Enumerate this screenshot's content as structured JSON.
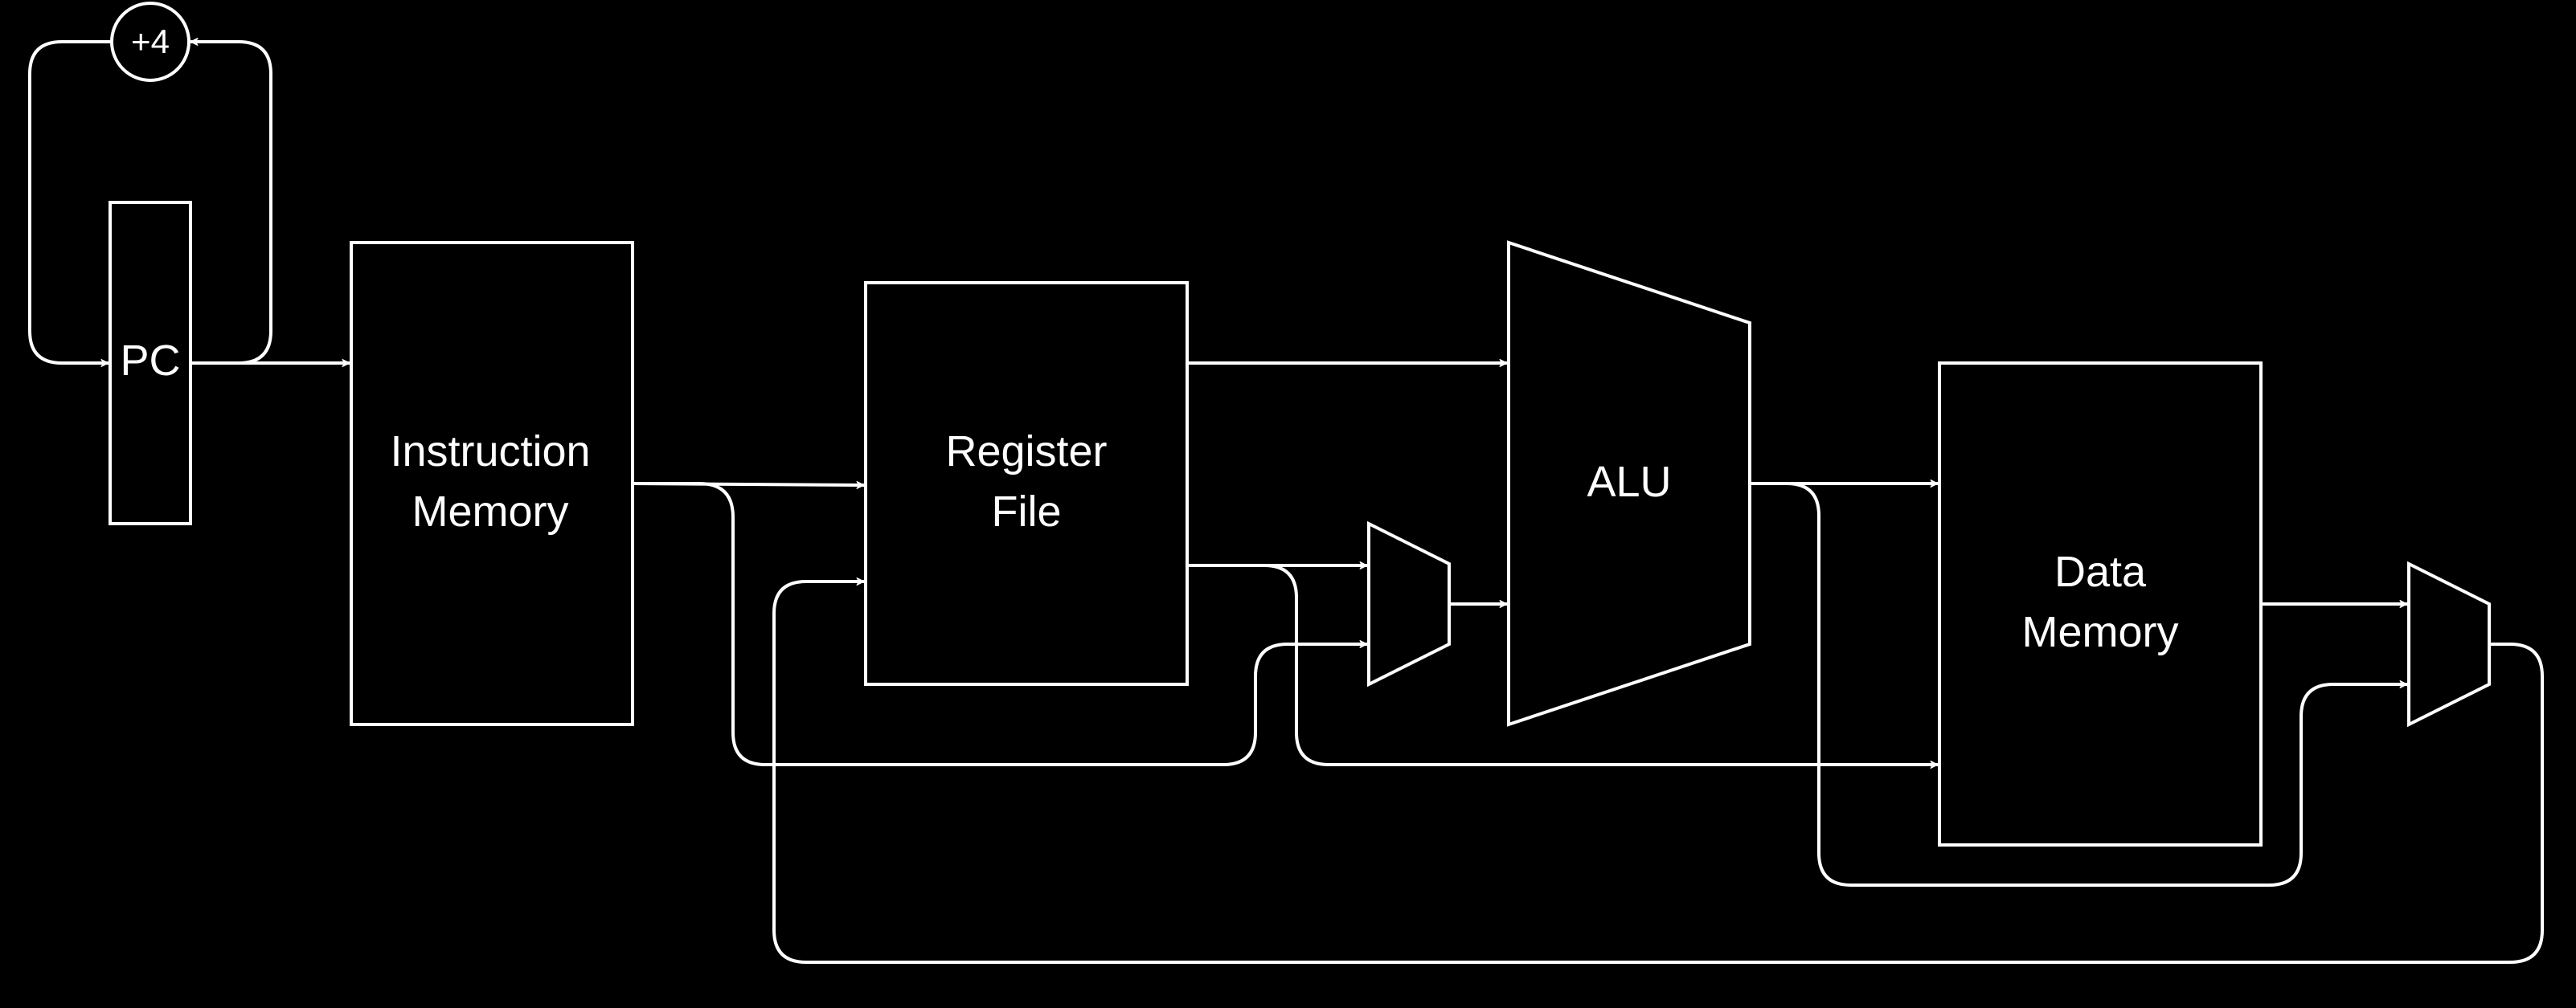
{
  "diagram": {
    "background": "#000000",
    "stroke_color": "#ffffff",
    "blocks": {
      "adder": {
        "label": "+4"
      },
      "pc": {
        "label": "PC"
      },
      "instruction_memory": {
        "label_line1": "Instruction",
        "label_line2": "Memory"
      },
      "register_file": {
        "label_line1": "Register",
        "label_line2": "File"
      },
      "alu": {
        "label": "ALU"
      },
      "data_memory": {
        "label_line1": "Data",
        "label_line2": "Memory"
      }
    }
  }
}
